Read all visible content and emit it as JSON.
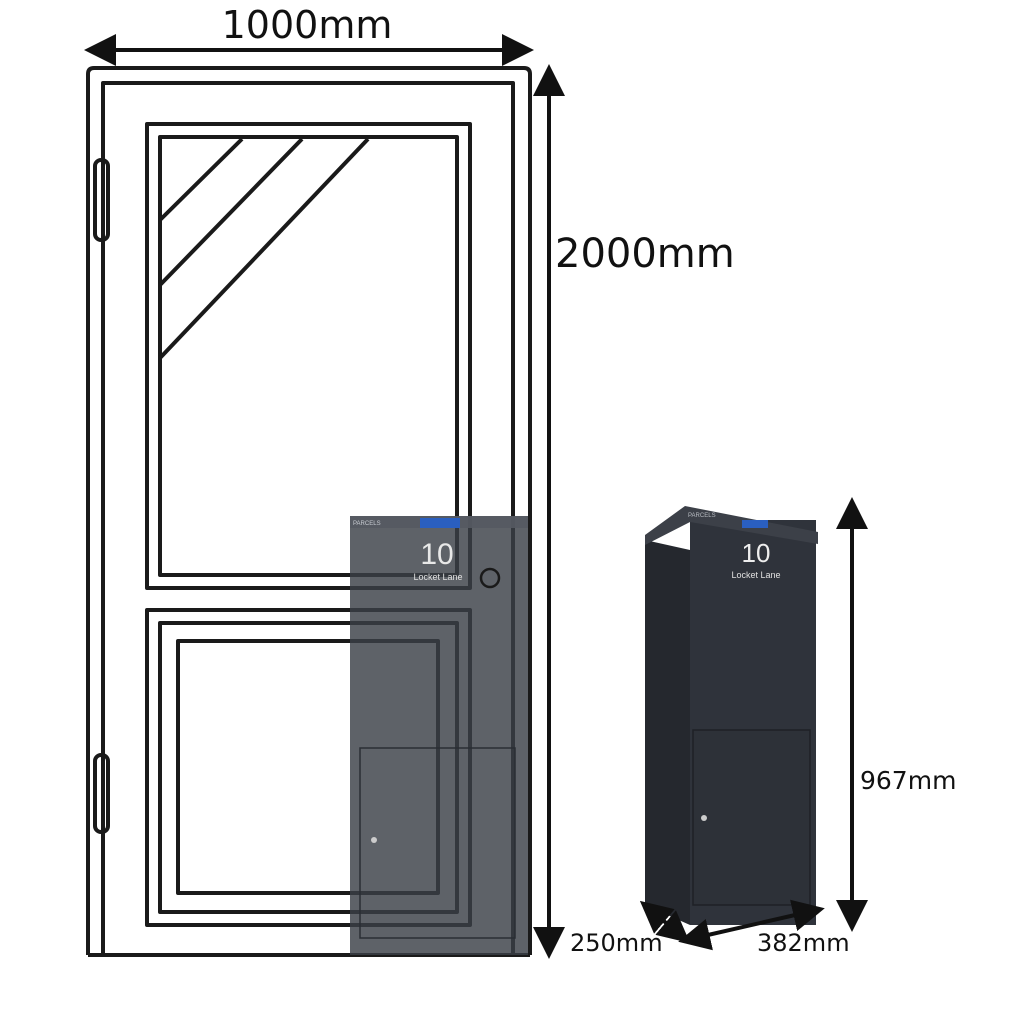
{
  "dimensions": {
    "door_width": "1000mm",
    "door_height": "2000mm",
    "box_height": "967mm",
    "box_depth": "250mm",
    "box_width": "382mm"
  },
  "parcel_box": {
    "brand_label": "PARCELS",
    "house_number": "10",
    "street": "Locket Lane",
    "body_color": "#2f333b",
    "label_color": "#2a5fc0"
  }
}
